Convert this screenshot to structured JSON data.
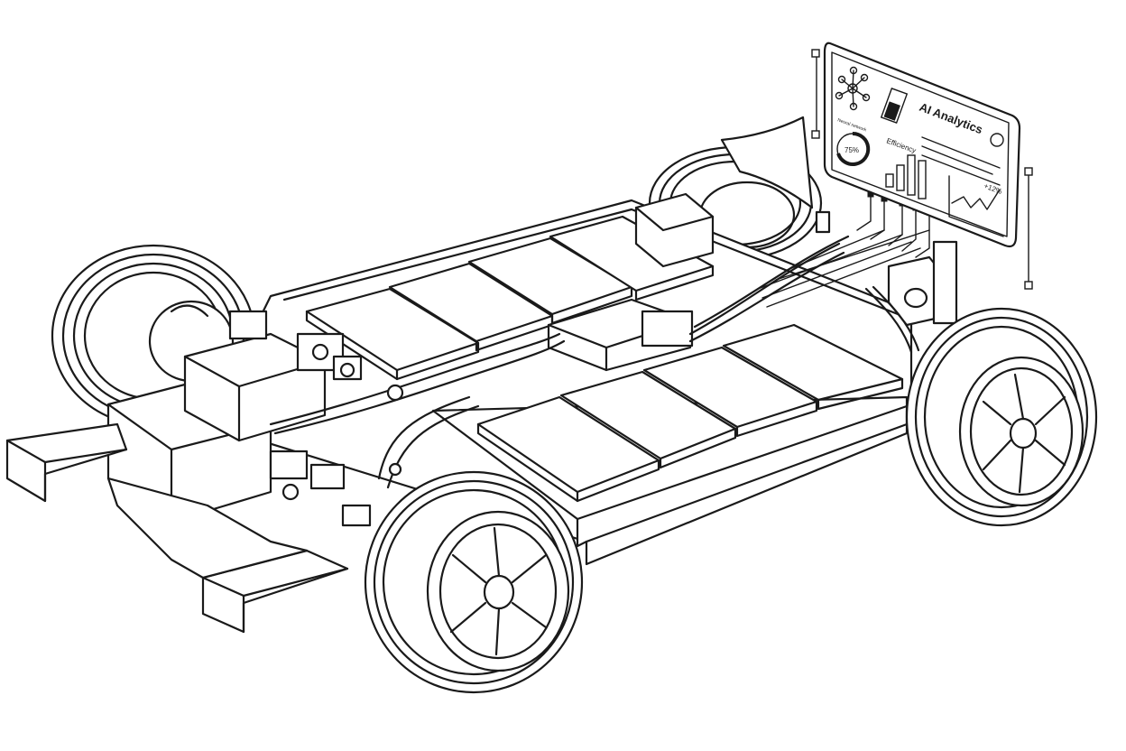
{
  "panel": {
    "title": "AI Analytics",
    "gauge_value": "75%",
    "efficiency_label": "Efficiency",
    "trend_value": "+12%",
    "network_label": "Neural network"
  }
}
